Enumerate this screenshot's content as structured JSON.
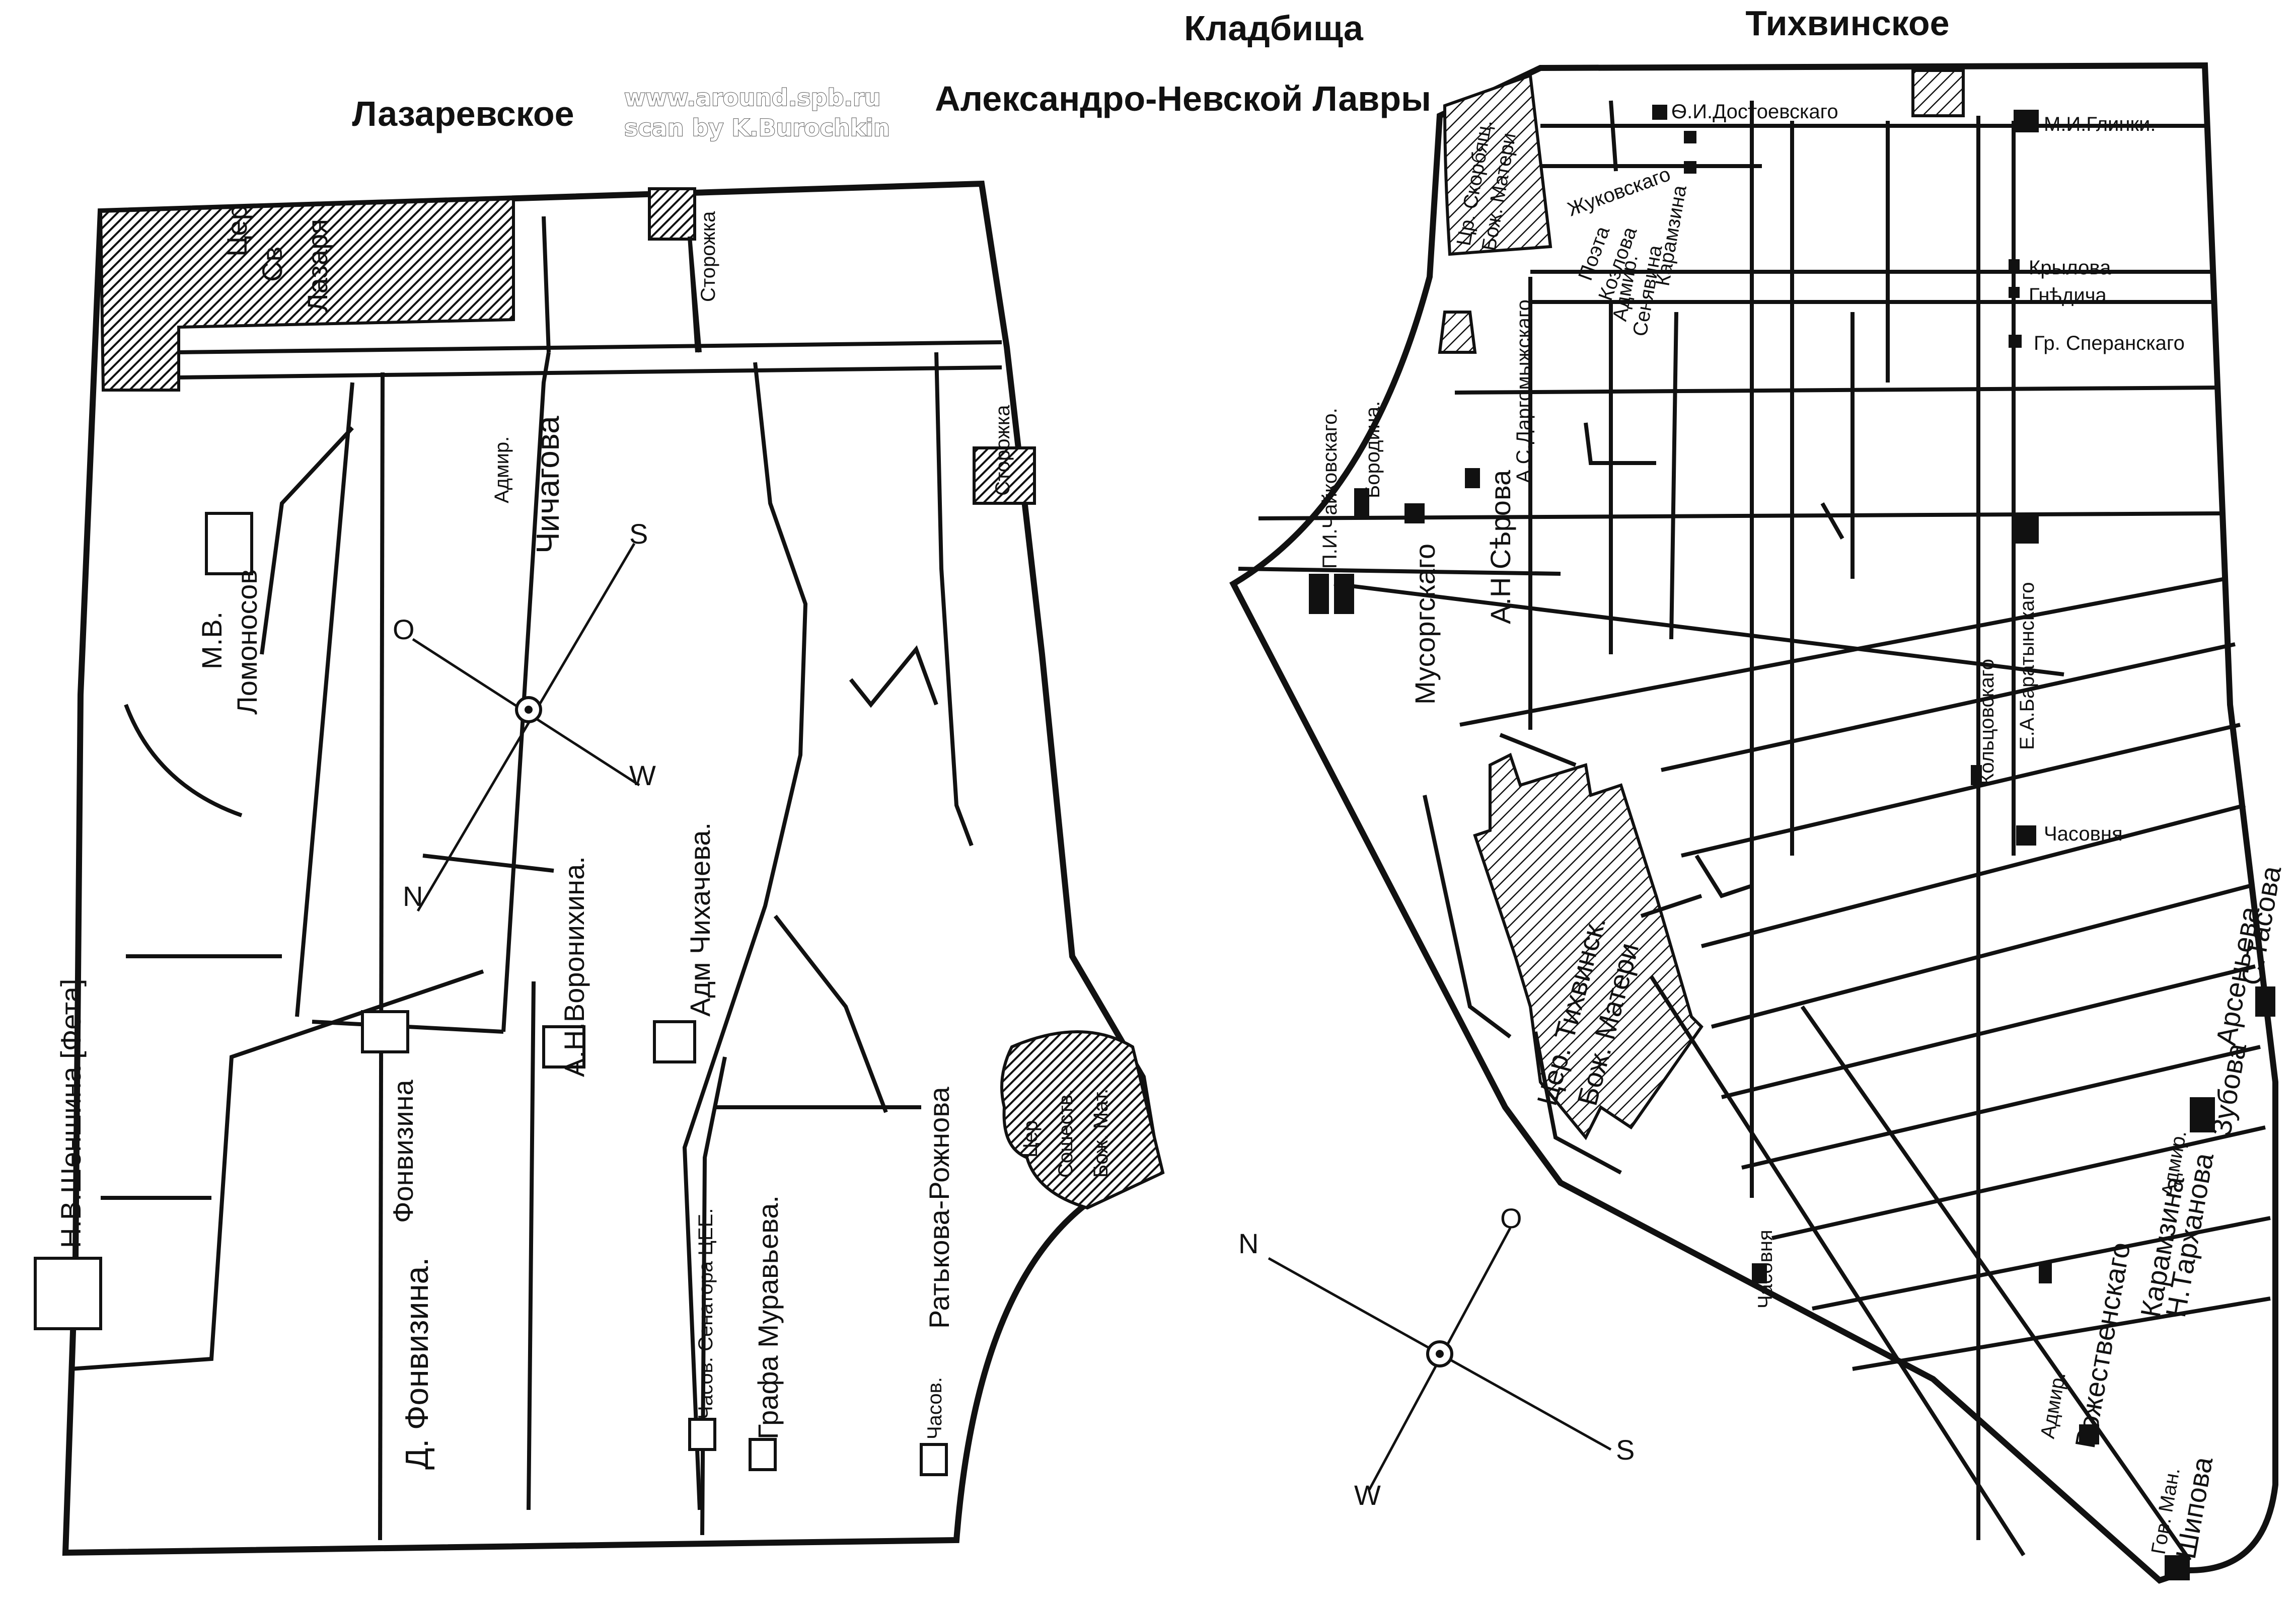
{
  "header": {
    "title_line1": "Кладбища",
    "title_line2": "Александро-Невской Лавры",
    "left_cemetery": "Лазаревское",
    "right_cemetery": "Тихвинское",
    "watermark_line1": "www.around.spb.ru",
    "watermark_line2": "scan by K.Burochkin"
  },
  "lazarevskoe": {
    "labels": {
      "church_1": "Цер",
      "church_2": "Св",
      "church_3": "Лазаря",
      "gatehouse_top": "Сторожка",
      "gatehouse_right": "Сторожка",
      "church_right_1": "Цер",
      "church_right_2": "Сошеств.",
      "church_right_3": "Бож. Мат.",
      "chichagov_1": "Адмир.",
      "chichagov_2": "Чичагова",
      "lomonosov_1": "М.В.",
      "lomonosov_2": "Ломоносов",
      "voronikhin": "А.Н.Воронихина.",
      "chikhachev": "Адм Чихачева.",
      "fonvizin_arrow": "Фонвизина",
      "fonvizin": "Д. Фонвизина.",
      "shenshin": "Н.В.Шеншина [Фета]",
      "senator": "Часов. Сенатора ЦЕЕ.",
      "muravyev": "Графа Муравьева.",
      "ratkov": "Ратькова-Рожнова",
      "chasov": "Часов."
    },
    "compass": {
      "north": "N",
      "east": "О",
      "west": "W",
      "south": "S"
    }
  },
  "tikhvinskoe": {
    "labels": {
      "church_sk_1": "Цр. Скорбящ.",
      "church_sk_2": "Бож. Матери",
      "dostoevsky": "Ѳ.И.Достоевскаго",
      "glinka": "М.И.Глинки.",
      "zhukovsky": "Жуковскаго",
      "karamzin": "Карамзина",
      "kozlov_1": "Поэта",
      "kozlov_2": "Козлова",
      "senyavin_1": "Адмир.",
      "senyavin_2": "Сенявина",
      "dargomyzhsky": "А.С.Даргомыжскаго",
      "krylov": "Крылова",
      "gnedich": "Гнѣдича",
      "speransky": "Гр. Сперанскаго",
      "tchaikovsky": "П.И.Чайковскаго.",
      "borodin": "Бородина.",
      "serov": "А.Н.Сѣрова",
      "mussorgsky": "Мусоргскаго",
      "baratynsky": "Е.А.Баратынскаго",
      "kolovsky": "Кольцовскаго",
      "chasovnya_1": "Часовня",
      "chasovnya_2": "Часовня",
      "tikhvin_church_1": "Цер. Тихвинск.",
      "tikhvin_church_2": "Бож. Матери",
      "zhestovsky_1": "Адмир.",
      "zhestovsky_2": "Рожественскаго",
      "karakozova": "Карамзина",
      "tarkhanov_1": "Адмир.",
      "tarkhanov_2": "Н.Тарханова",
      "zubov": "Зубова",
      "arseneva": "Арсеньева",
      "tasova": "С.Тасова",
      "shipov_1": "Гов. Ман.",
      "shipov_2": "Шипова"
    },
    "compass": {
      "north": "N",
      "east": "О",
      "west": "W",
      "south": "S"
    }
  }
}
